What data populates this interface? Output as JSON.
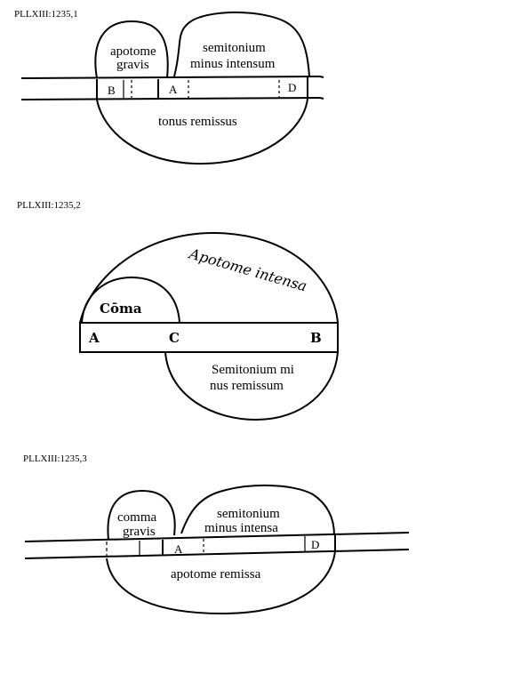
{
  "figures": [
    {
      "caption": "PLLXIII:1235,1",
      "arcs_above": [
        "apotome",
        "gravis",
        "semitonium",
        "minus intensum"
      ],
      "arc_below": "tonus remissus",
      "marks": [
        "B",
        "A",
        "D"
      ]
    },
    {
      "caption": "PLLXIII:1235,2",
      "arcs_above": [
        "Apotome intensa",
        "Cōma"
      ],
      "arc_below": [
        "Semitonium mi",
        "nus remissum"
      ],
      "marks": [
        "A",
        "C",
        "B"
      ]
    },
    {
      "caption": "PLLXIII:1235,3",
      "arcs_above": [
        "comma",
        "gravis",
        "semitonium",
        "minus intensa"
      ],
      "arc_below": "apotome remissa",
      "marks": [
        "A",
        "D"
      ]
    }
  ]
}
